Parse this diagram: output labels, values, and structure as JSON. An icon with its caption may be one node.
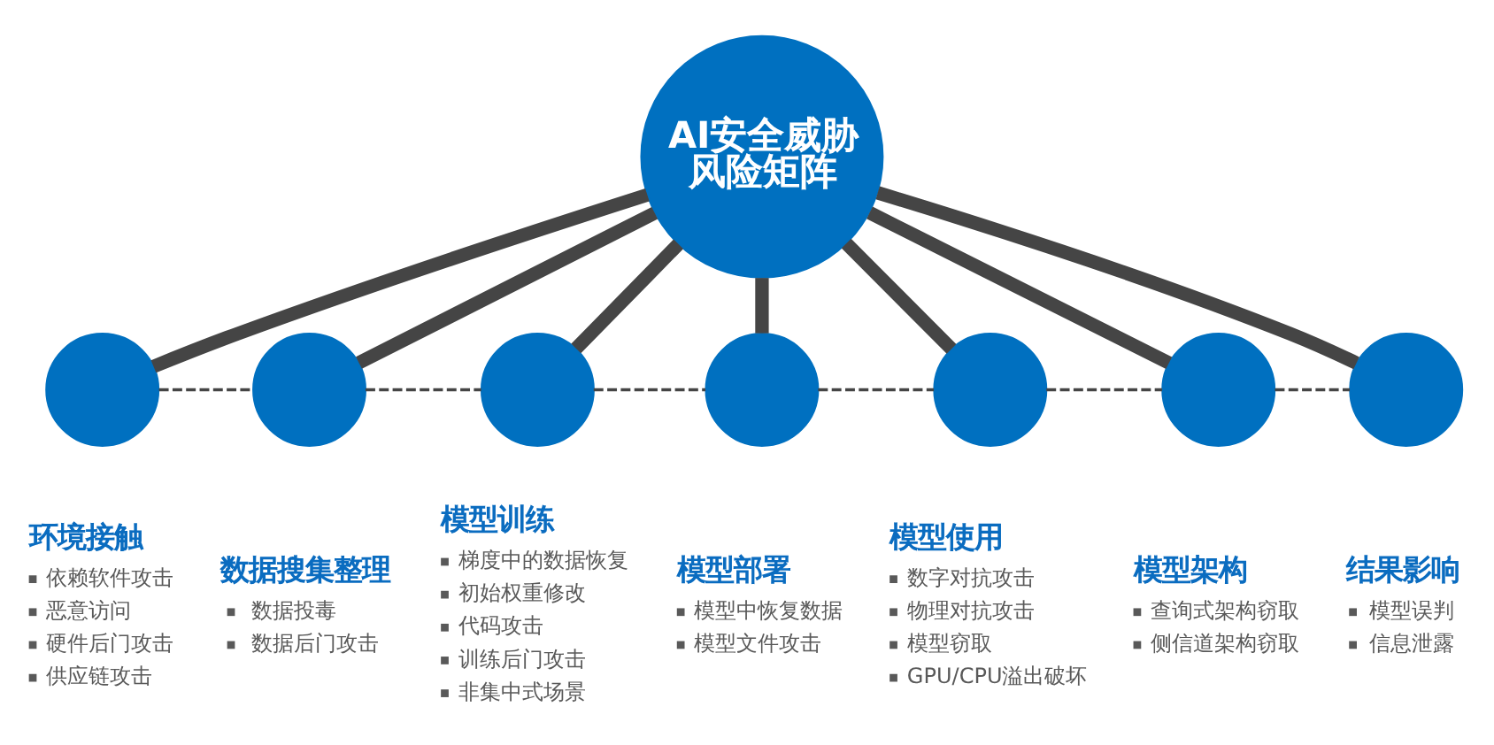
{
  "diagram": {
    "nodes": [
      {
        "text": [
          "AI安全威胁风险矩阵"
        ]
      },
      {
        "text": [],
        "shape": "circle",
        "beside": [
          "环境接触",
          "依赖软件攻击",
          "恶意访问",
          "硬件后门攻击",
          "供应链攻击"
        ]
      },
      {
        "text": [],
        "shape": "circle",
        "beside": [
          "数据搜集整理",
          "数据投毒",
          "数据后门攻击"
        ]
      },
      {
        "text": [],
        "shape": "circle",
        "beside": [
          "模型训练",
          "梯度中的数据恢复",
          "初始权重修改",
          "代码攻击",
          "训练后门攻击",
          "非集中式场景"
        ]
      },
      {
        "text": [],
        "shape": "circle",
        "beside": [
          "模型部署",
          "模型中恢复数据",
          "模型文件攻击"
        ]
      },
      {
        "text": [],
        "shape": "circle",
        "beside": [
          "模型使用",
          "数字对抗攻击",
          "物理对抗攻击",
          "模型窃取",
          "GPU/CPU溢出破坏"
        ]
      },
      {
        "text": [],
        "shape": "circle",
        "beside": [
          "模型架构",
          "查询式架构窃取",
          "侧信道架构窃取"
        ]
      },
      {
        "text": [],
        "shape": "circle",
        "beside": [
          "结果影响",
          "模型误判",
          "信息泄露"
        ]
      }
    ],
    "edges": [
      {
        "from": 0,
        "to": 1,
        "arrow": "none"
      },
      {
        "from": 0,
        "to": 2,
        "arrow": "none"
      },
      {
        "from": 0,
        "to": 3,
        "arrow": "none"
      },
      {
        "from": 0,
        "to": 4,
        "arrow": "none"
      },
      {
        "from": 0,
        "to": 5,
        "arrow": "none"
      },
      {
        "from": 0,
        "to": 6,
        "arrow": "none"
      },
      {
        "from": 0,
        "to": 7,
        "arrow": "none"
      },
      {
        "from": 1,
        "to": 2,
        "arrow": "none",
        "style": "dashed"
      },
      {
        "from": 2,
        "to": 3,
        "arrow": "none",
        "style": "dashed"
      },
      {
        "from": 3,
        "to": 4,
        "arrow": "none",
        "style": "dashed"
      },
      {
        "from": 4,
        "to": 5,
        "arrow": "none",
        "style": "dashed"
      },
      {
        "from": 5,
        "to": 6,
        "arrow": "none",
        "style": "dashed"
      },
      {
        "from": 6,
        "to": 7,
        "arrow": "none",
        "style": "dashed"
      }
    ]
  }
}
